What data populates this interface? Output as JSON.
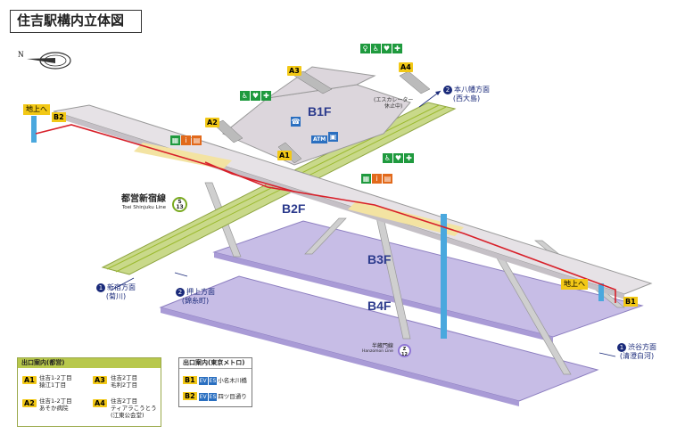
{
  "title": "住吉駅構内立体図",
  "compass": {
    "label": "N"
  },
  "levels": {
    "b1f": "B1F",
    "b2f": "B2F",
    "b3f": "B3F",
    "b4f": "B4F"
  },
  "exits": {
    "a1": "A1",
    "a2": "A2",
    "a3": "A3",
    "a4": "A4",
    "b1": "B1",
    "b2": "B2"
  },
  "ground_label": "地上へ",
  "escalator_note": "(エスカレーター\n休止中)",
  "atm_label": "ATM",
  "lines": {
    "shinjuku": {
      "name": "都営新宿線",
      "name_en": "Toei Shinjuku Line",
      "code": "S",
      "num": "13",
      "color": "#9bb92d"
    },
    "hanzomon": {
      "name": "半蔵門線",
      "name_en": "Hanzomon Line",
      "code": "Z",
      "num": "12",
      "color": "#8f76d6"
    }
  },
  "destinations": {
    "d1": {
      "num": "1",
      "text": "新宿方面",
      "sub": "(菊川)"
    },
    "d2": {
      "num": "2",
      "text": "押上方面",
      "sub": "(錦糸町)"
    },
    "d3": {
      "num": "2",
      "text": "本八幡方面",
      "sub": "(西大島)"
    },
    "d4": {
      "num": "1",
      "text": "渋谷方面",
      "sub": "(清澄白河)"
    }
  },
  "legend_toei": {
    "header": "出口案内(都営)",
    "items": [
      {
        "code": "A1",
        "text": "住吉1-2丁目\n猿江1丁目"
      },
      {
        "code": "A2",
        "text": "住吉1-2丁目\nあそか病院"
      },
      {
        "code": "A3",
        "text": "住吉2丁目\n毛利2丁目"
      },
      {
        "code": "A4",
        "text": "住吉2丁目\nティアラこうとう\n(江東公会堂)"
      }
    ]
  },
  "legend_metro": {
    "header": "出口案内(東京メトロ)",
    "items": [
      {
        "code": "B1",
        "text": "小名木川橋"
      },
      {
        "code": "B2",
        "text": "四ツ目通り"
      }
    ],
    "ev": "EV",
    "es": "ES"
  },
  "colors": {
    "shinjuku_green": "#c9d98a",
    "hanzomon_purple": "#c7bde6",
    "concourse": "#dcd6dc",
    "route_red": "#d8202a",
    "platform_yellow": "#f3e3a2",
    "shaft_blue": "#4aa8de",
    "exit_yellow": "#f2c816",
    "text_navy": "#1a2a7a"
  }
}
